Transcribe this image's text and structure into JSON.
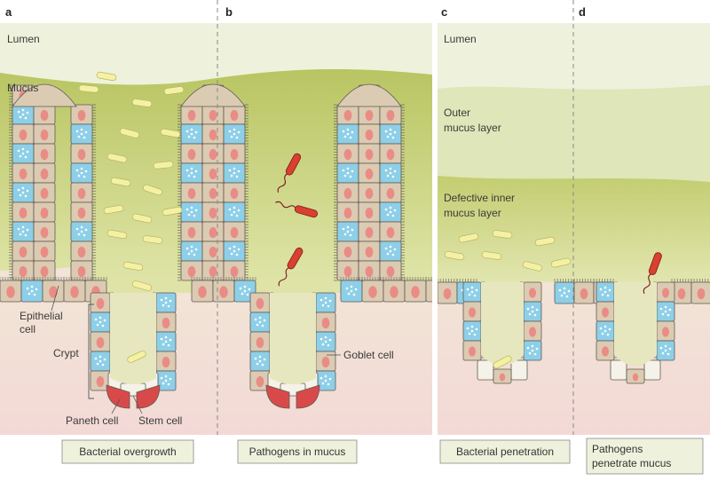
{
  "panels": [
    {
      "letter": "a",
      "caption": [
        "Bacterial overgrowth"
      ]
    },
    {
      "letter": "b",
      "caption": [
        "Pathogens in mucus"
      ]
    },
    {
      "letter": "c",
      "caption": [
        "Bacterial penetration"
      ]
    },
    {
      "letter": "d",
      "caption": [
        "Pathogens",
        "penetrate mucus"
      ]
    }
  ],
  "labels": {
    "lumen_left": "Lumen",
    "mucus": "Mucus",
    "epithelial_cell": [
      "Epithelial",
      "cell"
    ],
    "crypt": "Crypt",
    "paneth_cell": "Paneth cell",
    "stem_cell": "Stem cell",
    "goblet_cell": "Goblet cell",
    "lumen_right": "Lumen",
    "outer_mucus": [
      "Outer",
      "mucus layer"
    ],
    "inner_mucus": [
      "Defective inner",
      "mucus layer"
    ]
  },
  "colors": {
    "lumen": "#eef2dc",
    "mucus": "#c6d07a",
    "outer_mucus": "#dfe6b9",
    "tissue": "#f3e0d8",
    "enterocyte": "#dccbb3",
    "goblet": "#8ecfe8",
    "paneth": "#d84a4a",
    "stem": "#f5f2ea",
    "nucleus": "#ea8c86",
    "commensal": "#f4f1a2",
    "pathogen": "#d9402f",
    "caption_bg": "#eef2dc"
  }
}
